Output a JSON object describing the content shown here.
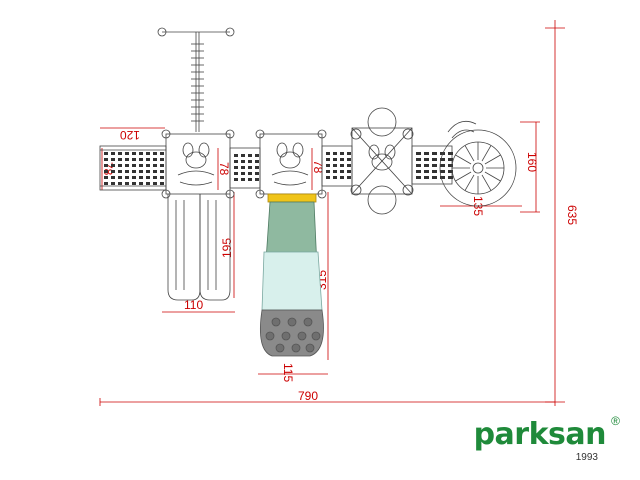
{
  "dimensions": {
    "width_total": "790",
    "depth_total": "635",
    "left_platform_width": "120",
    "left_height": "78",
    "left_deck_height": "78",
    "middle_deck_height": "78",
    "slide_width": "110",
    "slide_length": "195",
    "tube_length": "315",
    "tube_width": "115",
    "right_depth": "160",
    "spiral_width": "135"
  },
  "brand": {
    "name": "parksan",
    "year": "1993",
    "registered": "®",
    "color": "#1f8a3a"
  },
  "colors": {
    "dimension": "#cc0000",
    "line": "#444444",
    "tube_green": "#8fb9a0",
    "tube_light": "#d8f0ec",
    "tube_dark": "#8a8a8a",
    "tube_collar": "#f0c419"
  }
}
